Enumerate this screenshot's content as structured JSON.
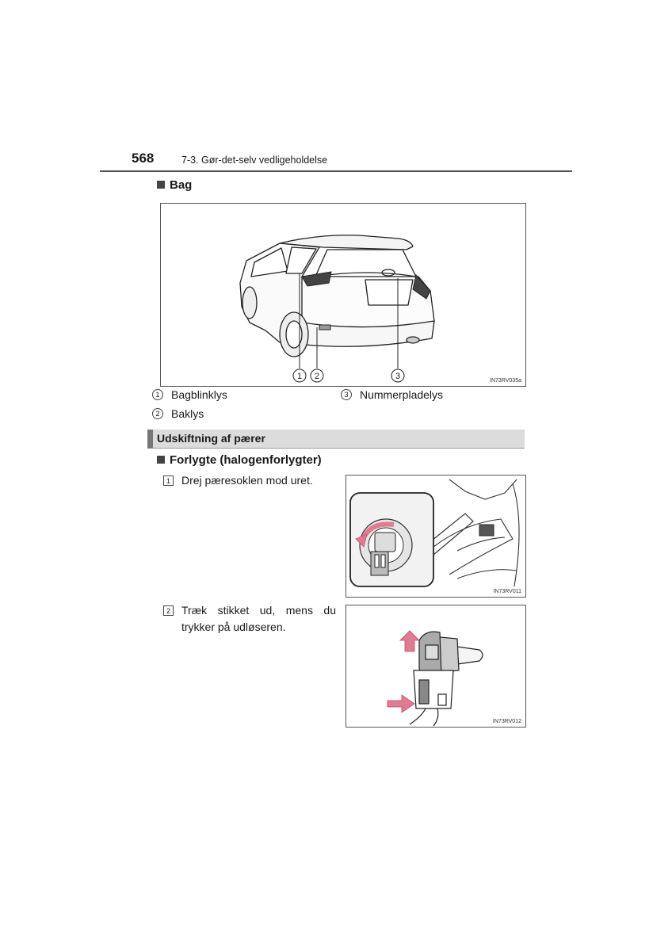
{
  "header": {
    "page_number": "568",
    "chapter": "7-3. Gør-det-selv vedligeholdelse"
  },
  "rear_section": {
    "heading": "Bag",
    "figure": {
      "code": "IN73RV035a",
      "callouts": [
        "1",
        "2",
        "3"
      ]
    },
    "legend": [
      {
        "num": "1",
        "label": "Bagblinklys"
      },
      {
        "num": "2",
        "label": "Baklys"
      },
      {
        "num": "3",
        "label": "Nummerpladelys"
      }
    ]
  },
  "replacement": {
    "banner": "Udskiftning af pærer",
    "subheading": "Forlygte (halogenforlygter)",
    "steps": [
      {
        "num": "1",
        "text": "Drej pæresoklen mod uret.",
        "figure_code": "IN73RV011"
      },
      {
        "num": "2",
        "text": "Træk stikket ud, mens du trykker på udløseren.",
        "figure_code": "IN73RV012"
      }
    ]
  }
}
